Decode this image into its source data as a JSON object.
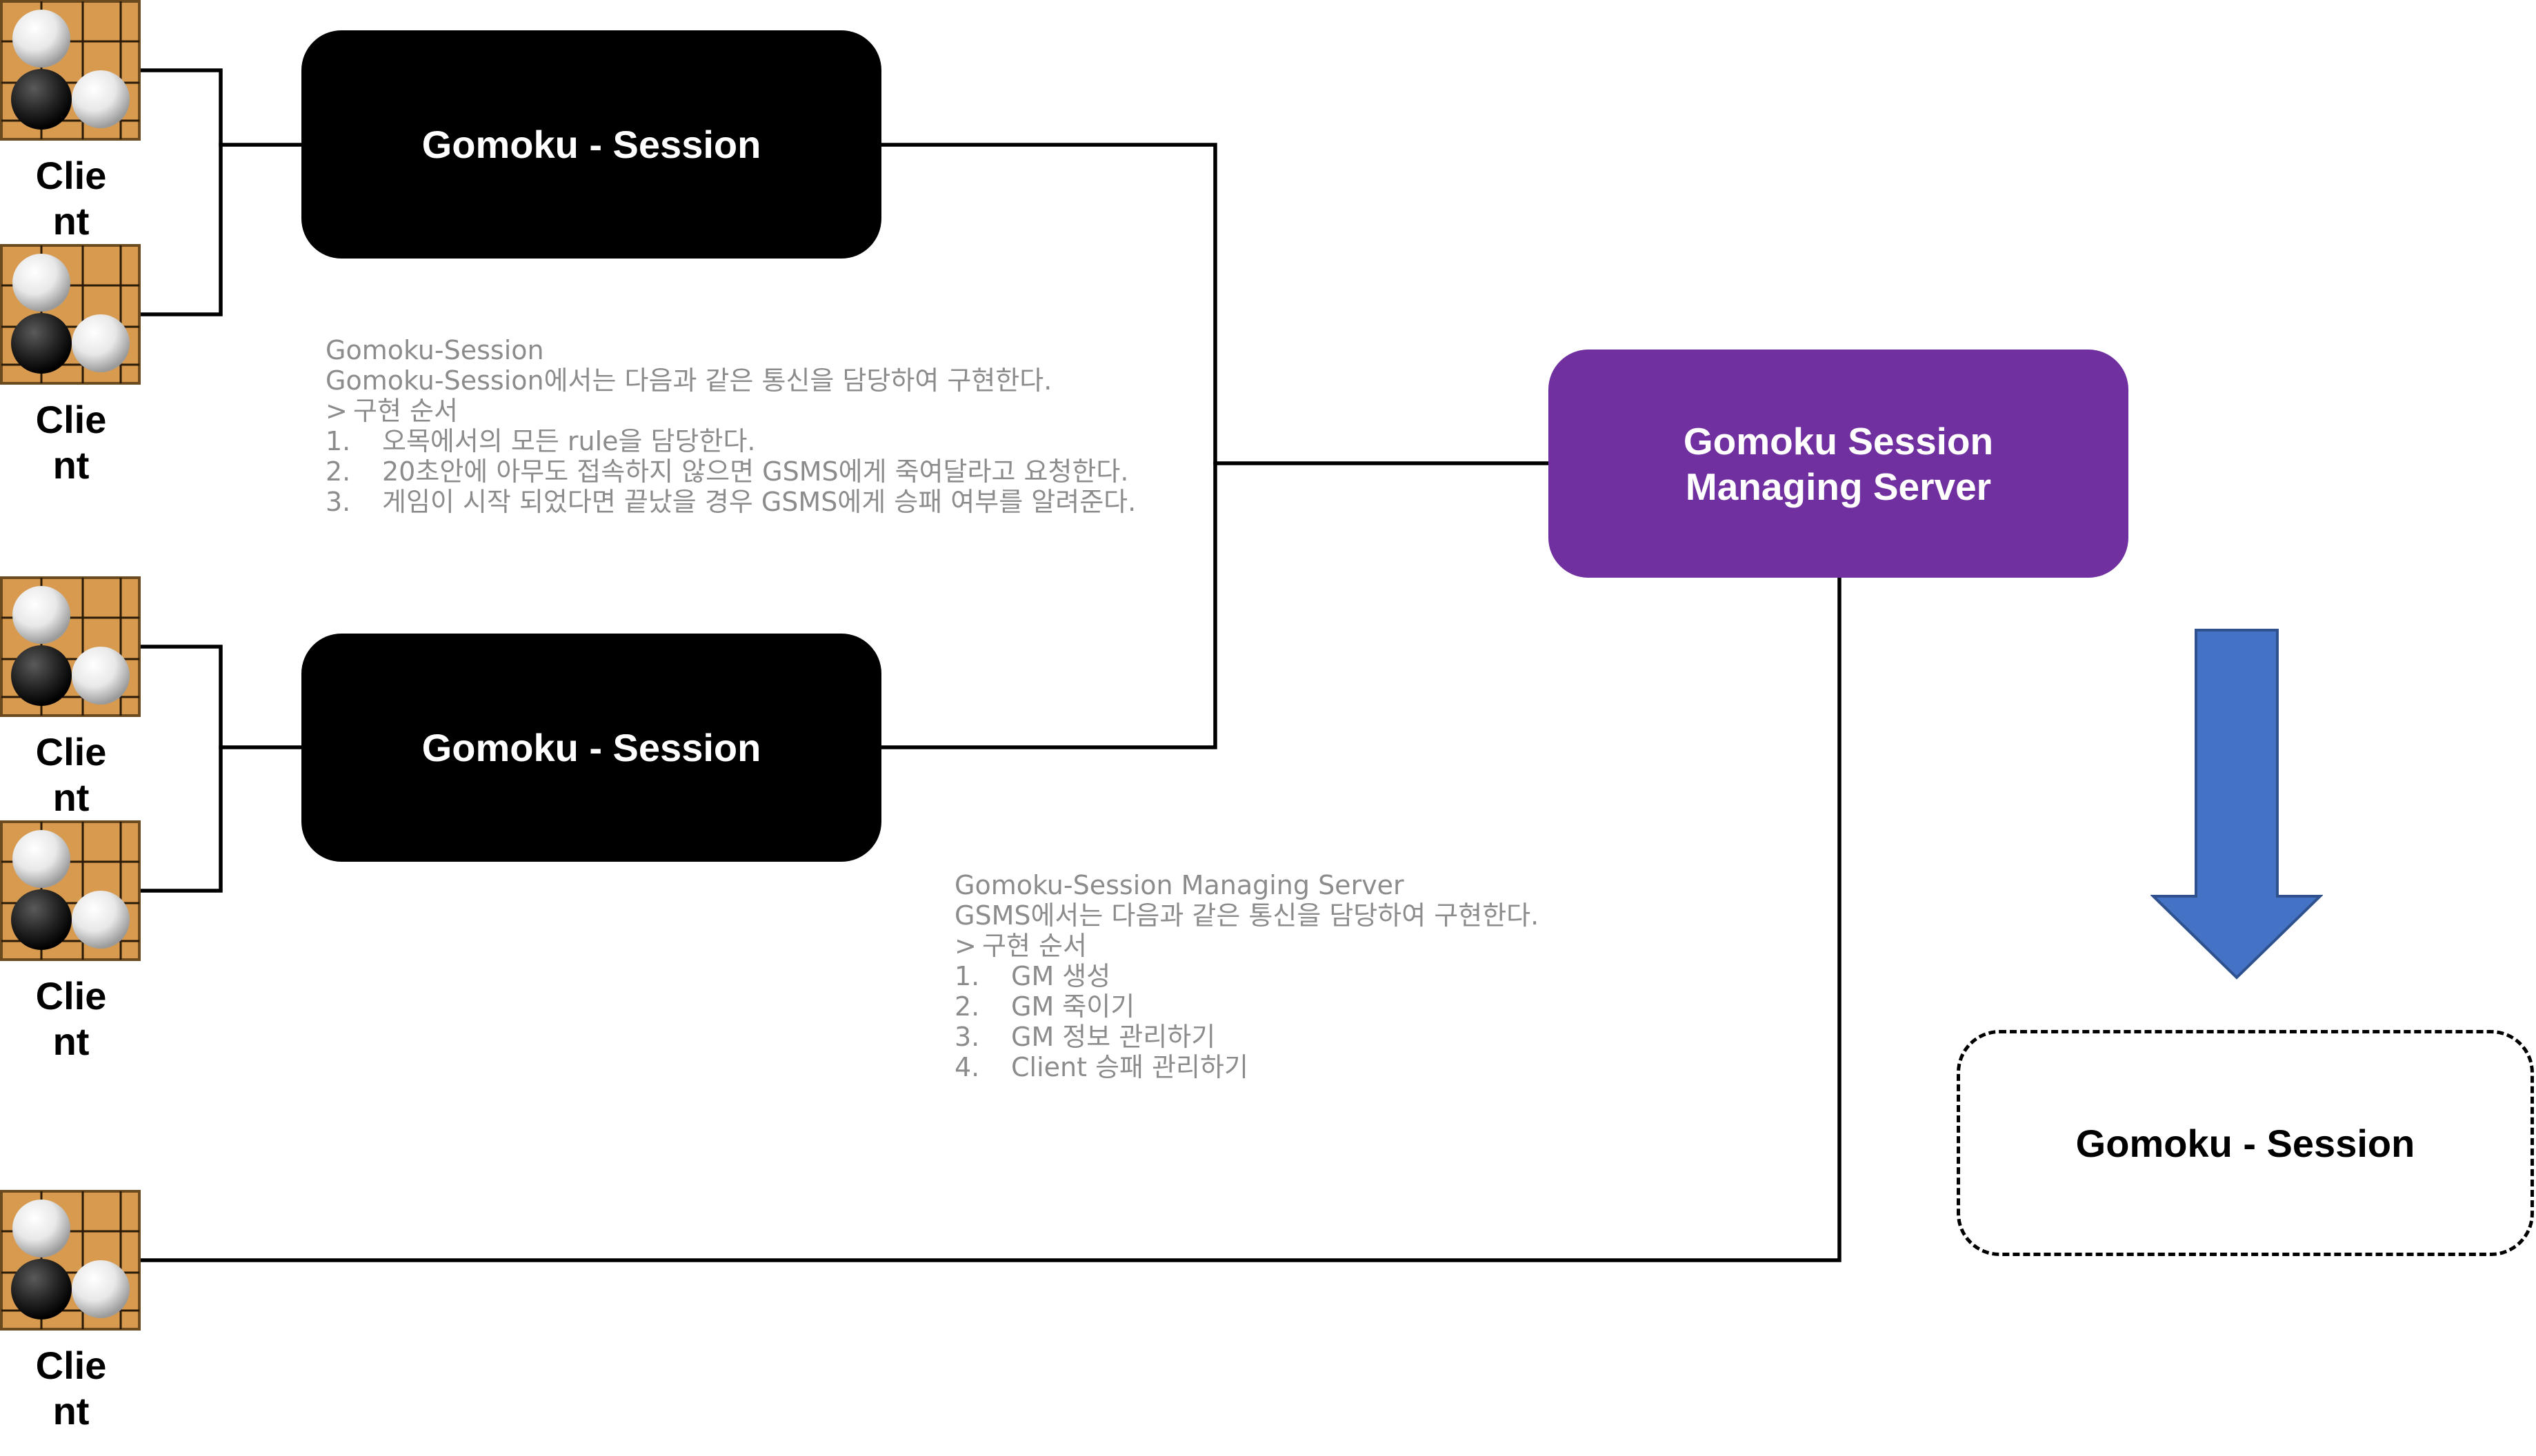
{
  "colors": {
    "session_box": "#000000",
    "gsms_box": "#7030a0",
    "arrow": "#4472c4",
    "wire": "#000000",
    "note_text": "#8c8c8c",
    "board_wood": "#d89a4e"
  },
  "sessions": [
    {
      "label": "Gomoku - Session"
    },
    {
      "label": "Gomoku - Session"
    }
  ],
  "gsms": {
    "line1": "Gomoku Session",
    "line2": "Managing Server"
  },
  "future_session": {
    "label": "Gomoku - Session"
  },
  "clients": [
    {
      "label": "Client",
      "icon": "gomoku-board-icon"
    },
    {
      "label": "Client",
      "icon": "gomoku-board-icon"
    },
    {
      "label": "Client",
      "icon": "gomoku-board-icon"
    },
    {
      "label": "Client",
      "icon": "gomoku-board-icon"
    },
    {
      "label": "Client",
      "icon": "gomoku-board-icon"
    }
  ],
  "session_note": {
    "title": "Gomoku-Session",
    "intro": "Gomoku-Session에서는 다음과 같은 통신을 담당하여 구현한다.",
    "heading": "구현 순서",
    "items": [
      {
        "num": "1.",
        "text": "오목에서의 모든 rule을 담당한다."
      },
      {
        "num": "2.",
        "text": "20초안에 아무도 접속하지 않으면 GSMS에게 죽여달라고 요청한다."
      },
      {
        "num": "3.",
        "text": "게임이 시작 되었다면 끝났을 경우 GSMS에게 승패 여부를 알려준다."
      }
    ]
  },
  "gsms_note": {
    "title": "Gomoku-Session Managing Server",
    "intro": "GSMS에서는 다음과 같은 통신을 담당하여 구현한다.",
    "heading": "구현 순서",
    "items": [
      {
        "num": "1.",
        "text": "GM 생성"
      },
      {
        "num": "2.",
        "text": "GM 죽이기"
      },
      {
        "num": "3.",
        "text": "GM 정보 관리하기"
      },
      {
        "num": "4.",
        "text": "Client 승패 관리하기"
      }
    ]
  }
}
